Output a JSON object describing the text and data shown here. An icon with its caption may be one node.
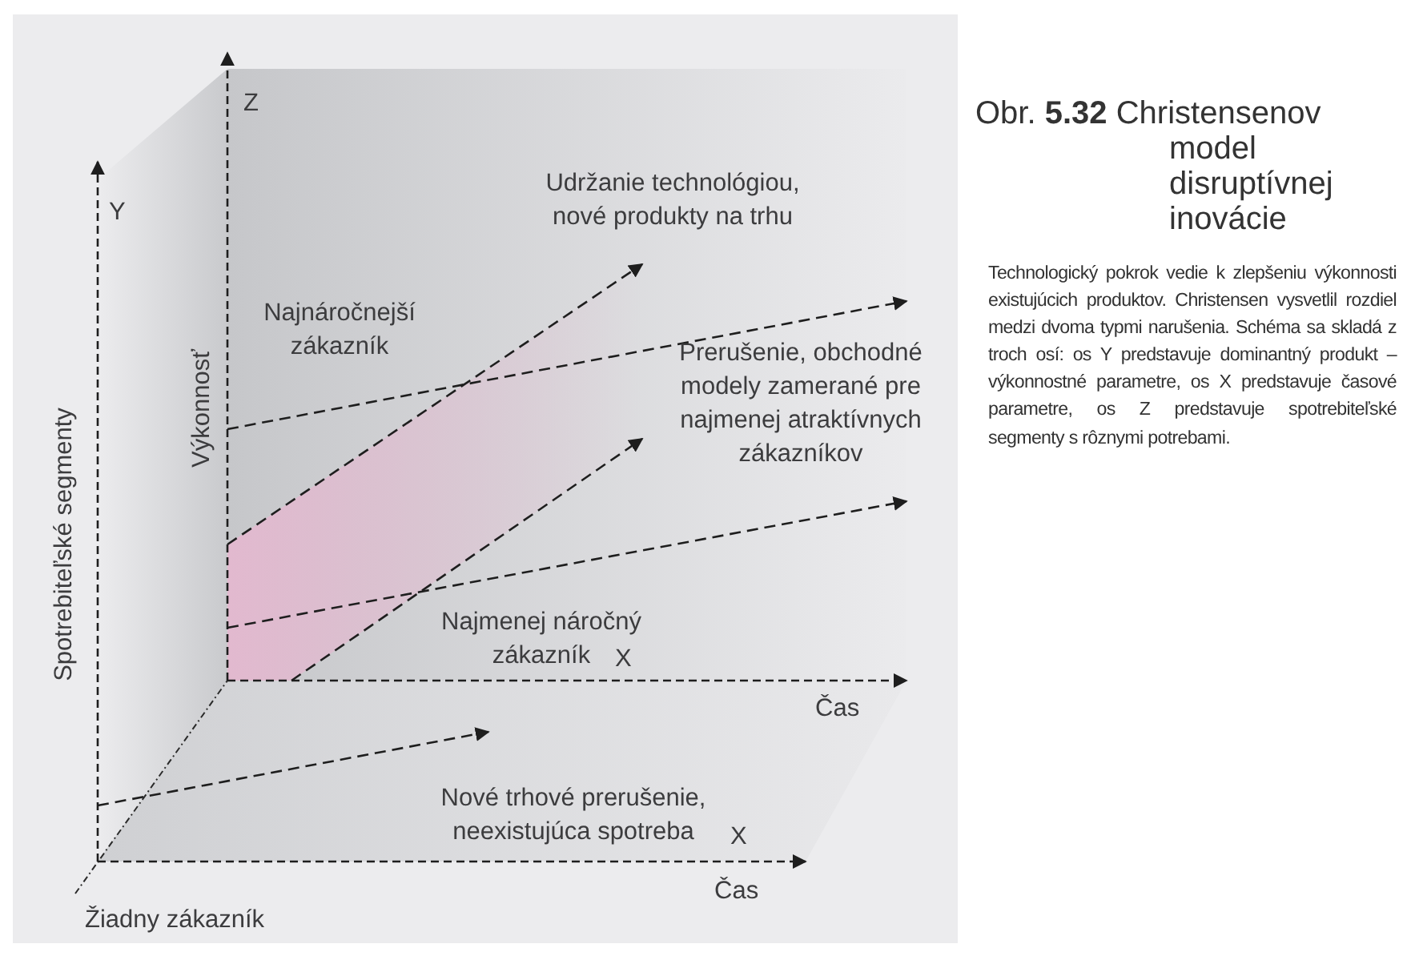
{
  "diagram": {
    "title": "Obr. **5.32** Christensenov model disruptívnej inovácie",
    "caption": "Technologický pokrok vedie k zlepšeniu výkonnosti existujúcich produktov. Christensen vysvetlil rozdiel medzi dvoma typmi narušenia. Schéma sa skladá z troch osí: os Y predstavuje dominantný produkt – výkonnostné parametre, os X predstavuje časové parametre, os Z predstavuje spotrebiteľské segmenty s rôznymi potrebami.",
    "labels": [
      "Z",
      "Y",
      "Udržanie technológiou, nové produkty na trhu",
      "Najnáročnejší zákazník",
      "Výkonnosť",
      "Prerušenie, obchodné modely zamerané pre najmenej atraktívnych zákazníkov",
      "Spotrebiteľské segmenty",
      "Najmenej náročný zákazník",
      "X",
      "Čas",
      "Nové trhové prerušenie, neexistujúca spotreba",
      "X",
      "Čas",
      "Žiadny zákazník"
    ]
  }
}
